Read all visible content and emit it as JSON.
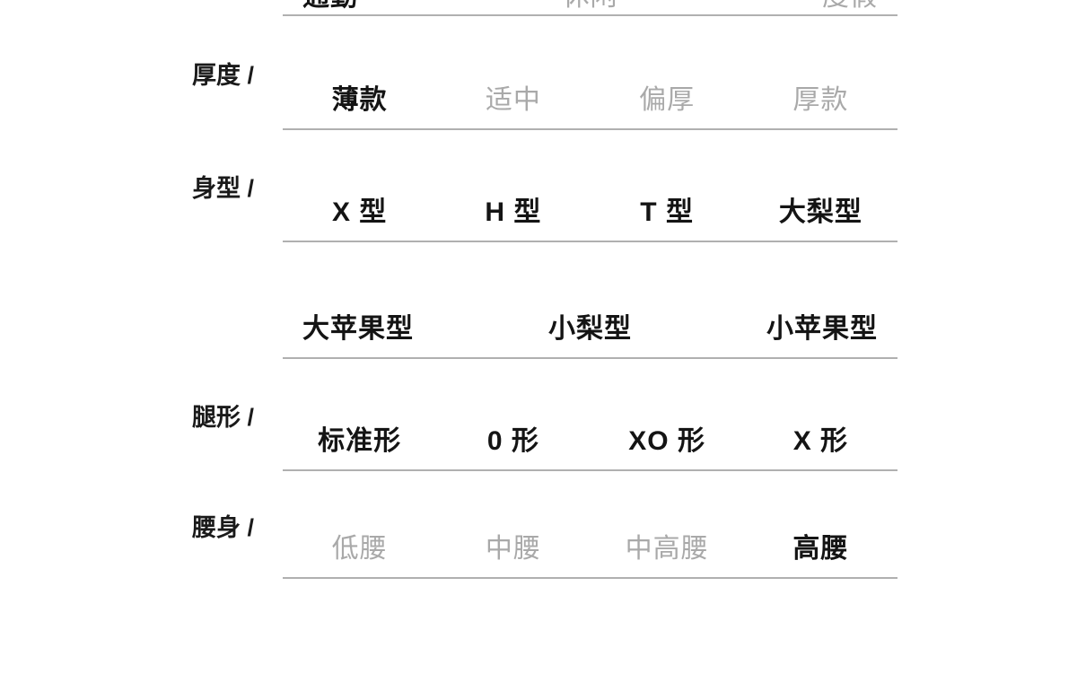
{
  "colors": {
    "background": "#ffffff",
    "selected_text": "#141414",
    "unselected_text": "#a9a9a9",
    "label_text": "#1a1a1a",
    "divider": "#b0b0b0"
  },
  "rows": [
    {
      "category": "",
      "label": "",
      "clipped_at_top": true,
      "options": [
        {
          "text": "通勤",
          "state": "selected"
        },
        {
          "text": "休闲",
          "state": "unselected"
        },
        {
          "text": "度假",
          "state": "unselected"
        }
      ]
    },
    {
      "category": "thickness",
      "label": "厚度 /",
      "clipped_at_top": false,
      "options": [
        {
          "text": "薄款",
          "state": "selected"
        },
        {
          "text": "适中",
          "state": "unselected"
        },
        {
          "text": "偏厚",
          "state": "unselected"
        },
        {
          "text": "厚款",
          "state": "unselected"
        }
      ]
    },
    {
      "category": "body-shape",
      "label": "身型 /",
      "clipped_at_top": false,
      "options": [
        {
          "text": "X 型",
          "state": "selected"
        },
        {
          "text": "H 型",
          "state": "selected"
        },
        {
          "text": "T 型",
          "state": "selected"
        },
        {
          "text": "大梨型",
          "state": "selected"
        }
      ]
    },
    {
      "category": "",
      "label": "",
      "clipped_at_top": false,
      "options": [
        {
          "text": "大苹果型",
          "state": "selected"
        },
        {
          "text": "小梨型",
          "state": "selected"
        },
        {
          "text": "小苹果型",
          "state": "selected"
        }
      ]
    },
    {
      "category": "leg-shape",
      "label": "腿形 /",
      "clipped_at_top": false,
      "options": [
        {
          "text": "标准形",
          "state": "selected"
        },
        {
          "text": "0 形",
          "state": "selected"
        },
        {
          "text": "XO 形",
          "state": "selected"
        },
        {
          "text": "X 形",
          "state": "selected"
        }
      ]
    },
    {
      "category": "waist",
      "label": "腰身 /",
      "clipped_at_top": false,
      "options": [
        {
          "text": "低腰",
          "state": "unselected"
        },
        {
          "text": "中腰",
          "state": "unselected"
        },
        {
          "text": "中高腰",
          "state": "unselected"
        },
        {
          "text": "高腰",
          "state": "selected"
        }
      ]
    }
  ]
}
